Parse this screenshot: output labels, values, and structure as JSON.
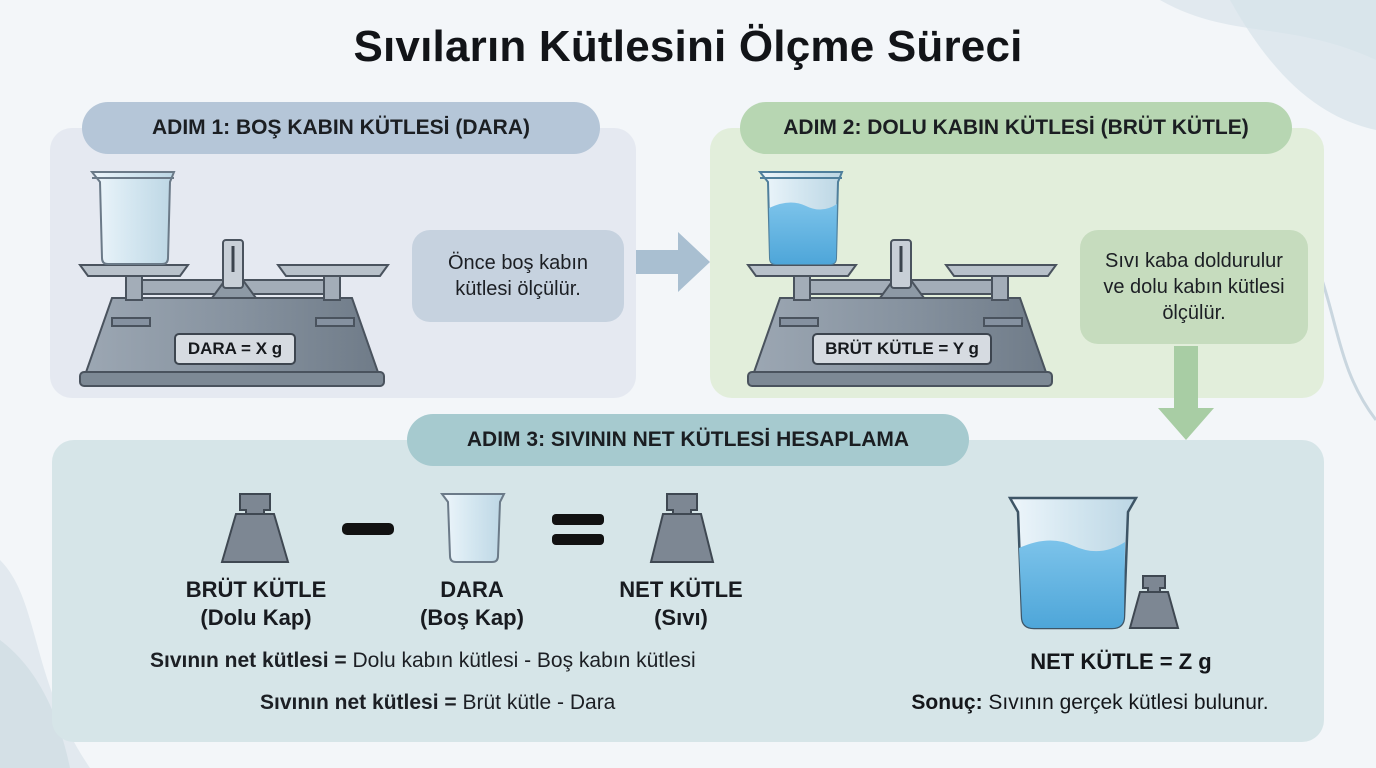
{
  "title": "Sıvıların Kütlesini Ölçme Süreci",
  "step1": {
    "heading": "ADIM 1: BOŞ KABIN KÜTLESİ (DARA)",
    "callout": "Önce boş kabın kütlesi ölçülür.",
    "scale_label": "DARA = X g"
  },
  "step2": {
    "heading": "ADIM 2: DOLU KABIN KÜTLESİ (BRÜT KÜTLE)",
    "callout": "Sıvı kaba doldurulur ve dolu kabın kütlesi ölçülür.",
    "scale_label": "BRÜT KÜTLE = Y g"
  },
  "step3": {
    "heading": "ADIM 3: SIVININ NET KÜTLESİ HESAPLAMA",
    "labels": [
      {
        "line1": "BRÜT KÜTLE",
        "line2": "(Dolu Kap)"
      },
      {
        "line1": "DARA",
        "line2": "(Boş Kap)"
      },
      {
        "line1": "NET KÜTLE",
        "line2": "(Sıvı)"
      }
    ],
    "formula1": {
      "bold": "Sıvının net kütlesi =",
      "rest": " Dolu kabın kütlesi - Boş kabın kütlesi"
    },
    "formula2": {
      "bold": "Sıvının net kütlesi =",
      "rest": " Brüt kütle - Dara"
    },
    "net_result": "NET KÜTLE = Z g",
    "result": {
      "bold": "Sonuç:",
      "rest": " Sıvının gerçek kütlesi bulunur."
    }
  },
  "colors": {
    "step1": "#b5c6d8",
    "step2": "#b7d6b2",
    "step3": "#a6cacf",
    "liquid": "#5fb2e0",
    "metal": "#8a96a3"
  }
}
